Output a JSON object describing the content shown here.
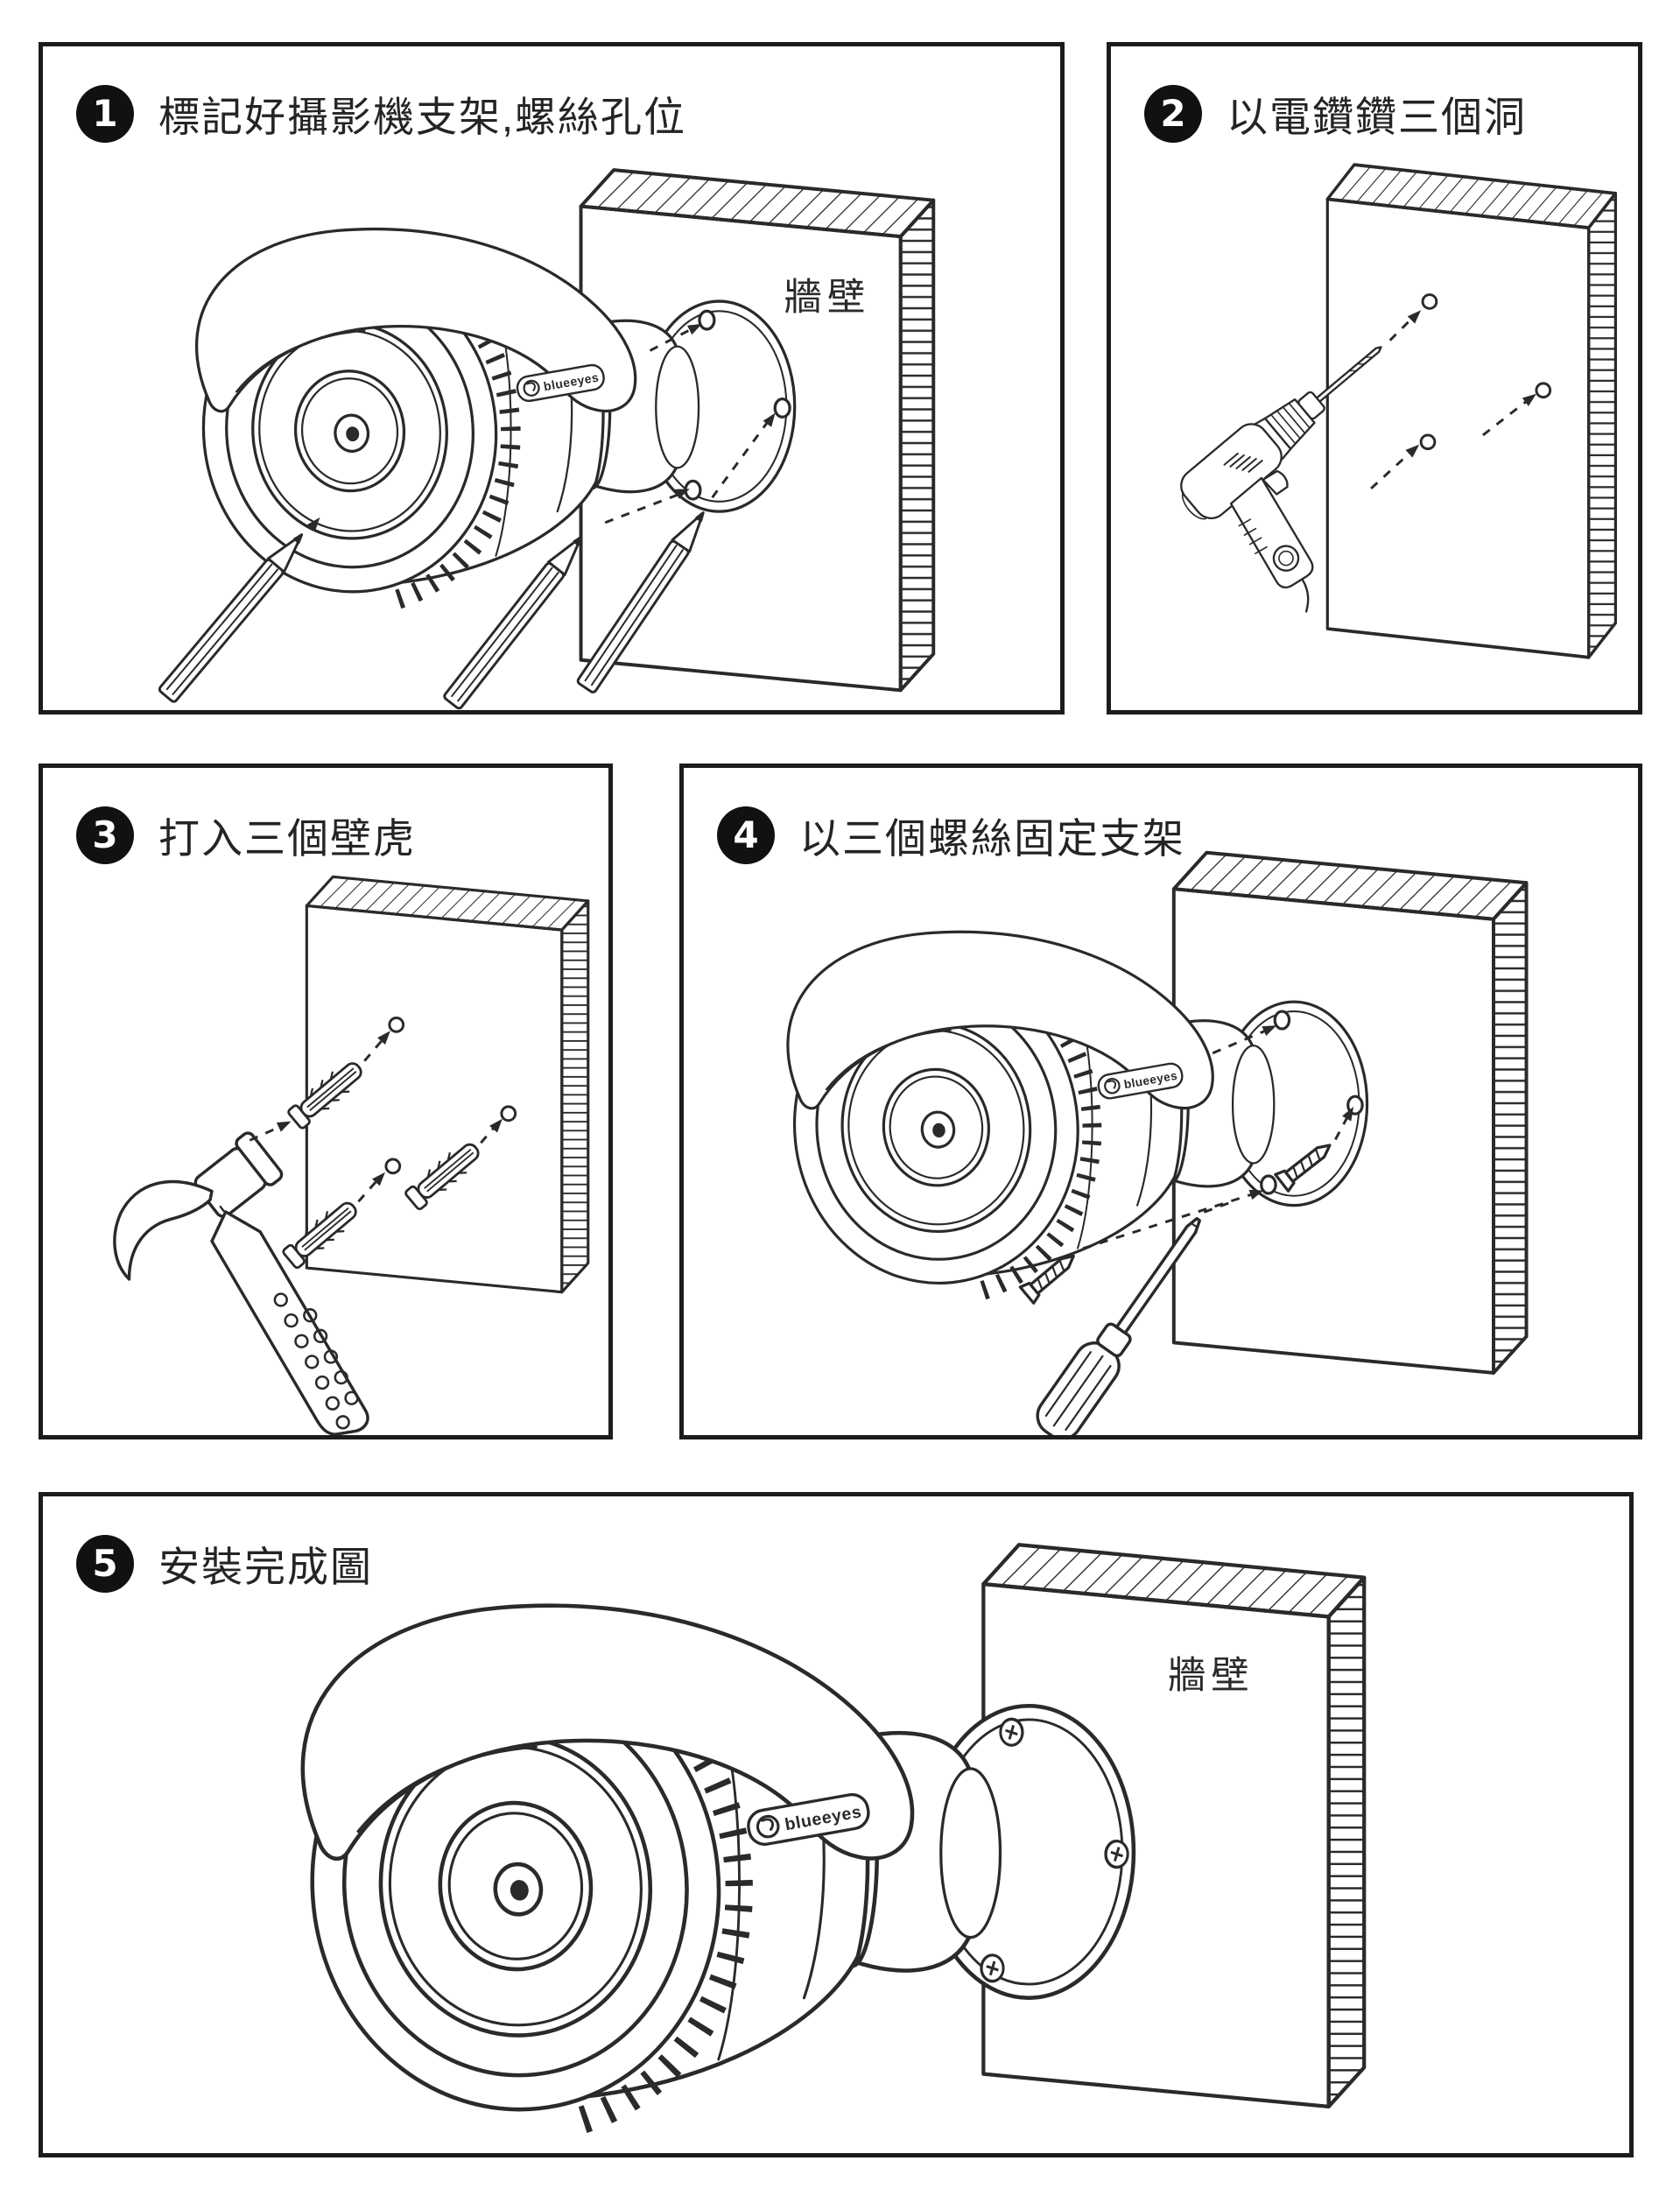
{
  "doc": {
    "type": "camera-installation-instructions"
  },
  "steps": [
    {
      "num": "1",
      "title": "標記好攝影機支架,螺絲孔位"
    },
    {
      "num": "2",
      "title": "以電鑽鑽三個洞"
    },
    {
      "num": "3",
      "title": "打入三個壁虎"
    },
    {
      "num": "4",
      "title": "以三個螺絲固定支架"
    },
    {
      "num": "5",
      "title": "安裝完成圖"
    }
  ],
  "wall_label": "牆壁",
  "logo": "blueeyes",
  "colors": {
    "line": "#2a2a2a",
    "border": "#1c1c1c",
    "badge": "#111111",
    "background": "#ffffff"
  }
}
